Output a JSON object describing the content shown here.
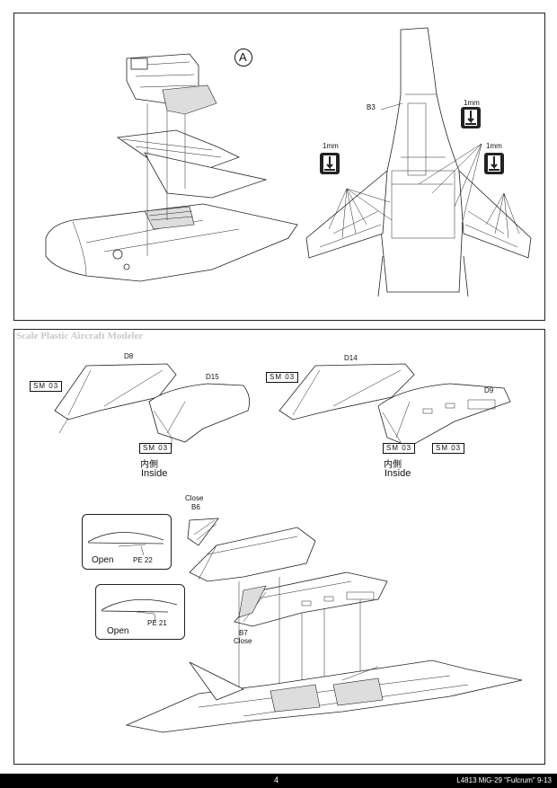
{
  "step_top": {
    "step_marker": "A",
    "part_label": "B3",
    "drill_labels": [
      "1mm",
      "1mm",
      "1mm"
    ]
  },
  "step_bottom": {
    "watermark": "Scale Plastic Aircraft Modeler",
    "left_sub": {
      "part_top": "D8",
      "part_right": "D15",
      "tag_left": "SM 03",
      "tag_bottom": "SM 03",
      "inside_cn": "内側",
      "inside_en": "Inside"
    },
    "right_sub": {
      "part_top": "D14",
      "part_right": "D9",
      "tag_left": "SM 03",
      "tag_bottom": "SM 03",
      "tag_extra": "SM 03",
      "inside_cn": "内側",
      "inside_en": "Inside"
    },
    "assembly": {
      "close_label_top": "Close",
      "part_b6": "B6",
      "inset1_open": "Open",
      "inset1_pe": "PE 22",
      "inset2_open": "Open",
      "inset2_pe": "PE 21",
      "part_b7": "B7",
      "close_label_bottom": "Close"
    }
  },
  "footer": {
    "page_number": "4",
    "kit_title": "L4813 MiG-29 \"Fulcrum\" 9-13"
  }
}
